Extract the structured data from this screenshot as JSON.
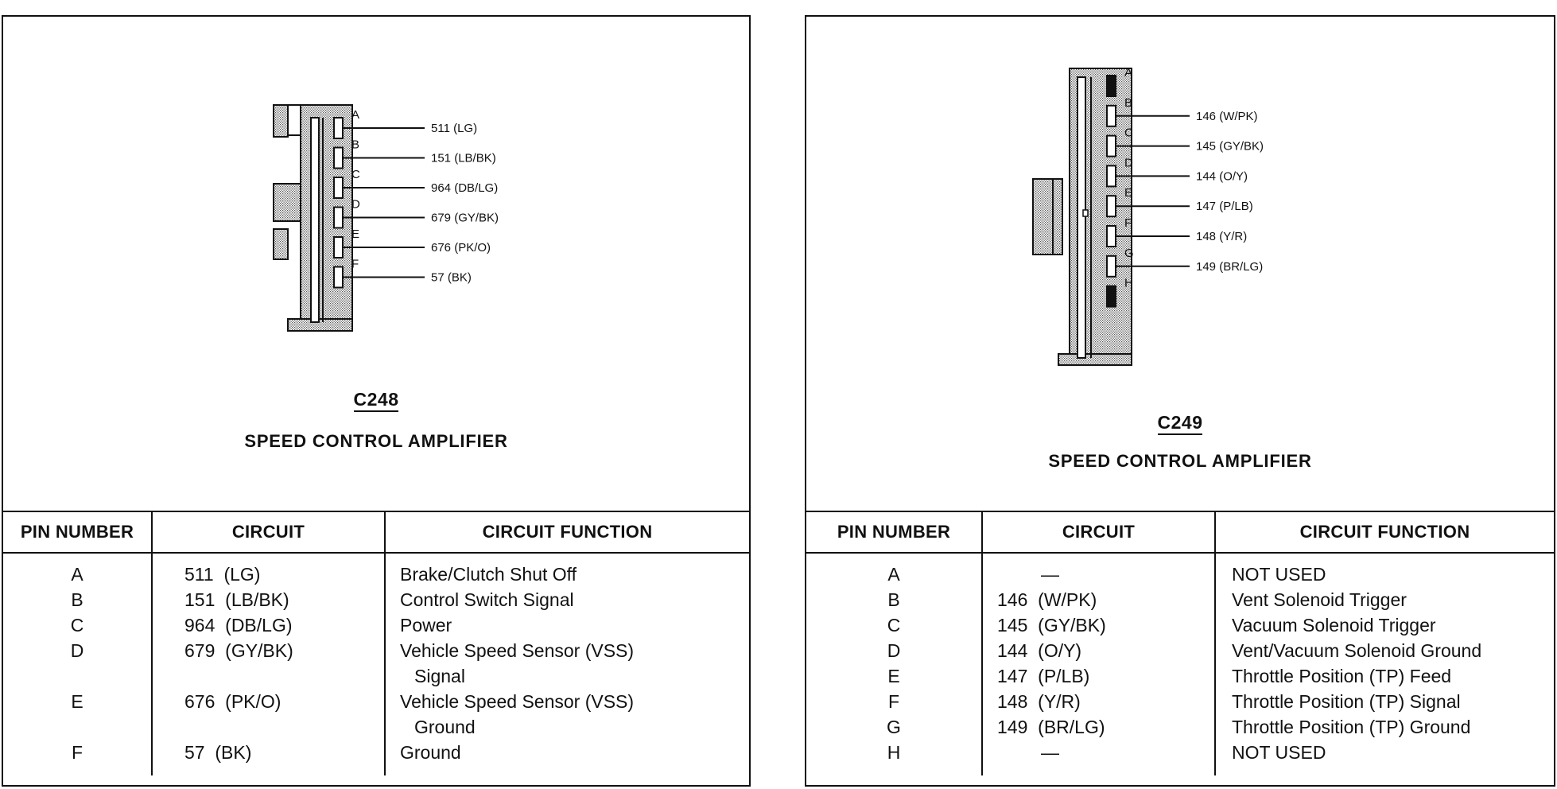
{
  "left": {
    "connector_code": "C248",
    "connector_name": "SPEED CONTROL AMPLIFIER",
    "diagram_pins": [
      {
        "pin": "A",
        "wire": "511 (LG)"
      },
      {
        "pin": "B",
        "wire": "151 (LB/BK)"
      },
      {
        "pin": "C",
        "wire": "964 (DB/LG)"
      },
      {
        "pin": "D",
        "wire": "679 (GY/BK)"
      },
      {
        "pin": "E",
        "wire": "676 (PK/O)"
      },
      {
        "pin": "F",
        "wire": "57 (BK)"
      }
    ],
    "table": {
      "headers": [
        "PIN NUMBER",
        "CIRCUIT",
        "CIRCUIT FUNCTION"
      ],
      "rows": [
        {
          "pin": "A",
          "circuit": "511  (LG)",
          "function": "Brake/Clutch Shut Off",
          "function2": ""
        },
        {
          "pin": "B",
          "circuit": "151  (LB/BK)",
          "function": "Control Switch Signal",
          "function2": ""
        },
        {
          "pin": "C",
          "circuit": "964  (DB/LG)",
          "function": "Power",
          "function2": ""
        },
        {
          "pin": "D",
          "circuit": "679  (GY/BK)",
          "function": "Vehicle Speed Sensor (VSS)",
          "function2": "Signal"
        },
        {
          "pin": "E",
          "circuit": "676  (PK/O)",
          "function": "Vehicle Speed Sensor (VSS)",
          "function2": "Ground"
        },
        {
          "pin": "F",
          "circuit": "57  (BK)",
          "function": "Ground",
          "function2": ""
        }
      ]
    }
  },
  "right": {
    "connector_code": "C249",
    "connector_name": "SPEED CONTROL AMPLIFIER",
    "diagram_pins": [
      {
        "pin": "A",
        "wire": ""
      },
      {
        "pin": "B",
        "wire": "146 (W/PK)"
      },
      {
        "pin": "C",
        "wire": "145 (GY/BK)"
      },
      {
        "pin": "D",
        "wire": "144 (O/Y)"
      },
      {
        "pin": "E",
        "wire": "147 (P/LB)"
      },
      {
        "pin": "F",
        "wire": "148 (Y/R)"
      },
      {
        "pin": "G",
        "wire": "149 (BR/LG)"
      },
      {
        "pin": "H",
        "wire": ""
      }
    ],
    "table": {
      "headers": [
        "PIN NUMBER",
        "CIRCUIT",
        "CIRCUIT FUNCTION"
      ],
      "rows": [
        {
          "pin": "A",
          "circuit": "—",
          "function": "NOT USED"
        },
        {
          "pin": "B",
          "circuit": "146  (W/PK)",
          "function": "Vent Solenoid Trigger"
        },
        {
          "pin": "C",
          "circuit": "145  (GY/BK)",
          "function": "Vacuum Solenoid Trigger"
        },
        {
          "pin": "D",
          "circuit": "144  (O/Y)",
          "function": "Vent/Vacuum Solenoid Ground"
        },
        {
          "pin": "E",
          "circuit": "147  (P/LB)",
          "function": "Throttle Position (TP) Feed"
        },
        {
          "pin": "F",
          "circuit": "148  (Y/R)",
          "function": "Throttle Position (TP) Signal"
        },
        {
          "pin": "G",
          "circuit": "149  (BR/LG)",
          "function": "Throttle Position (TP) Ground"
        },
        {
          "pin": "H",
          "circuit": "—",
          "function": "NOT USED"
        }
      ]
    }
  }
}
